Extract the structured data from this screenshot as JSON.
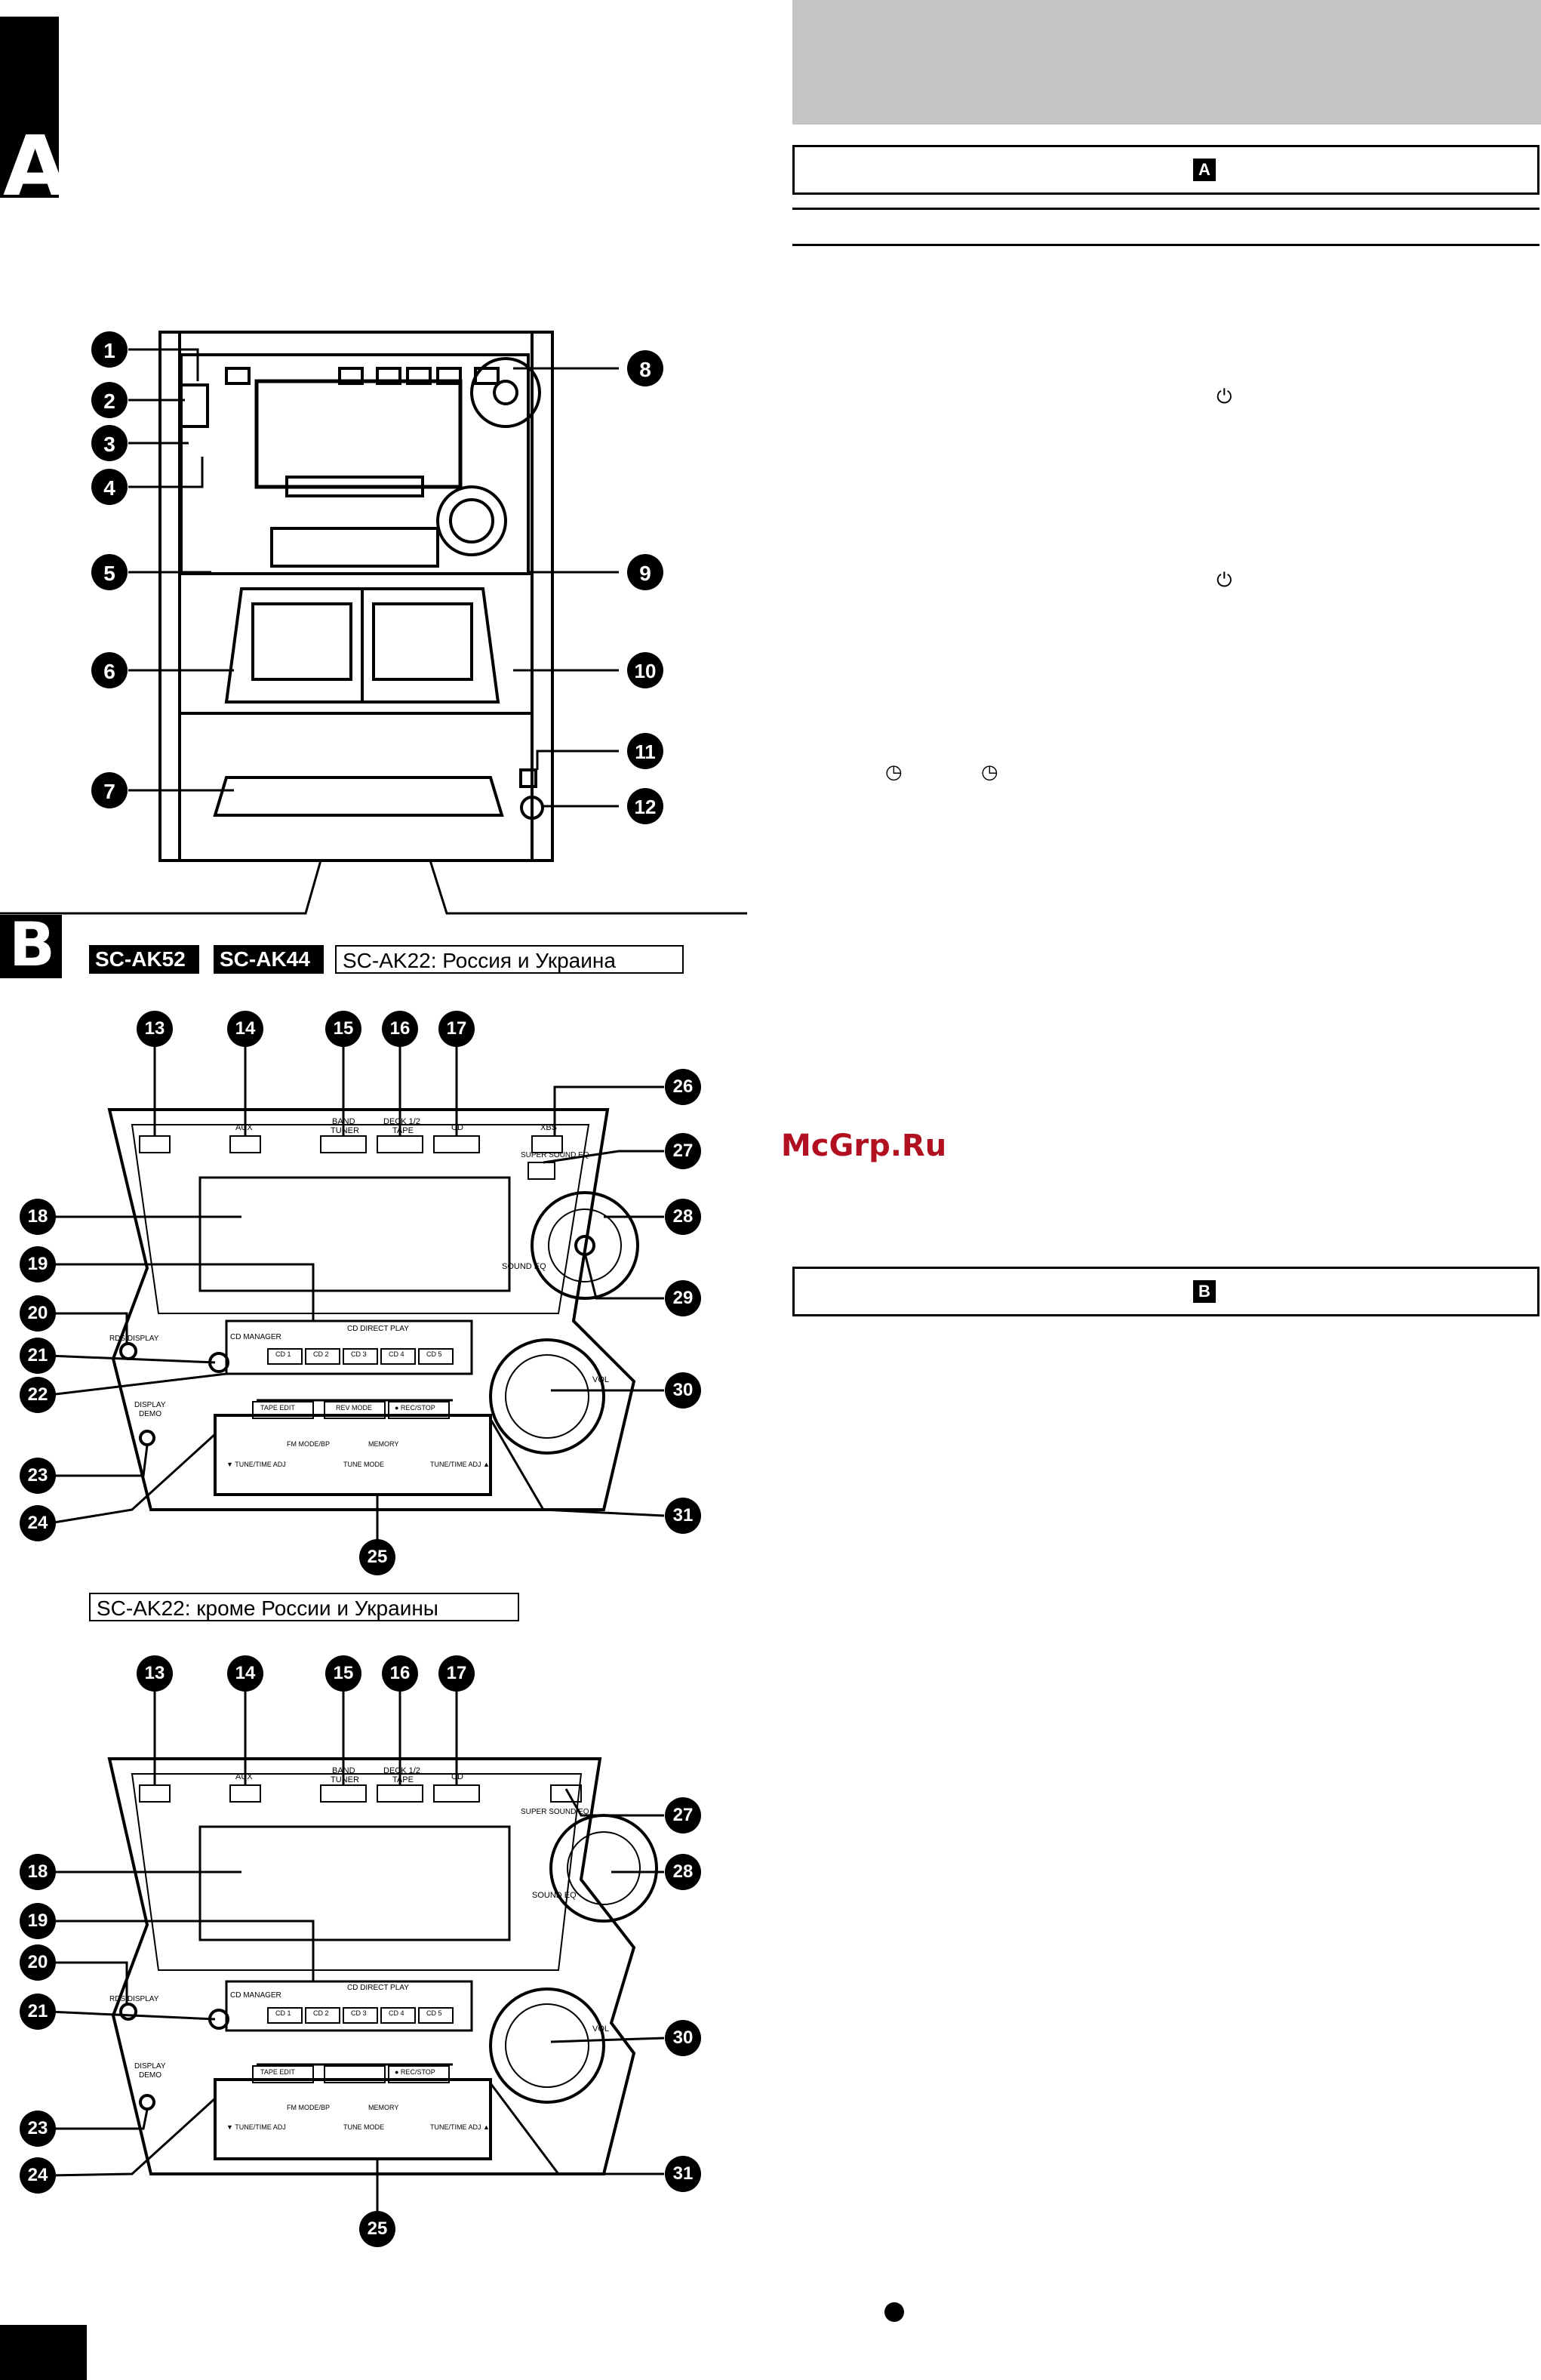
{
  "sections": {
    "a": {
      "letter": "A",
      "header_letter": "A"
    },
    "b": {
      "letter": "B",
      "header_letter": "B"
    }
  },
  "model_tags": {
    "first": "SC-AK52",
    "second": "SC-AK44",
    "third": "SC-AK22: Россия и Украина",
    "fourth": "SC-AK22: кроме России и Украины"
  },
  "callouts_a": [
    "1",
    "2",
    "3",
    "4",
    "5",
    "6",
    "7",
    "8",
    "9",
    "10",
    "11",
    "12"
  ],
  "callouts_b_top": [
    "13",
    "14",
    "15",
    "16",
    "17"
  ],
  "callouts_b_right": [
    "26",
    "27",
    "28",
    "29",
    "30",
    "31"
  ],
  "callouts_b_left": [
    "18",
    "19",
    "20",
    "21",
    "22",
    "23",
    "24",
    "25"
  ],
  "panel_labels": {
    "aux": "AUX",
    "band_tuner_1": "BAND",
    "band_tuner_2": "TUNER",
    "deck_1": "DECK 1/2",
    "deck_2": "TAPE",
    "cd": "CD",
    "xbs": "XBS",
    "super_sound_eq": "SUPER SOUND EQ",
    "sound_eq": "SOUND EQ",
    "vol": "VOL",
    "rds_display": "RDS DISPLAY",
    "cd_manager": "CD MANAGER",
    "cd_direct_play": "CD DIRECT PLAY",
    "cd_buttons": [
      "CD 1",
      "CD 2",
      "CD 3",
      "CD 4",
      "CD 5"
    ],
    "display_demo_1": "DISPLAY",
    "display_demo_2": "DEMO",
    "tape_edit": "TAPE EDIT",
    "rev_mode": "REV MODE",
    "rec_stop": "● REC/STOP",
    "fm_mode": "FM MODE/BP",
    "memory": "MEMORY",
    "tune_mode": "TUNE MODE",
    "tune_left": "▼ TUNE/TIME ADJ",
    "tune_right": "TUNE/TIME ADJ ▲"
  },
  "watermark": "McGrp.Ru",
  "icons": [
    "power-icon",
    "power-icon",
    "clock-icon",
    "clock-icon",
    "bullet-icon"
  ]
}
